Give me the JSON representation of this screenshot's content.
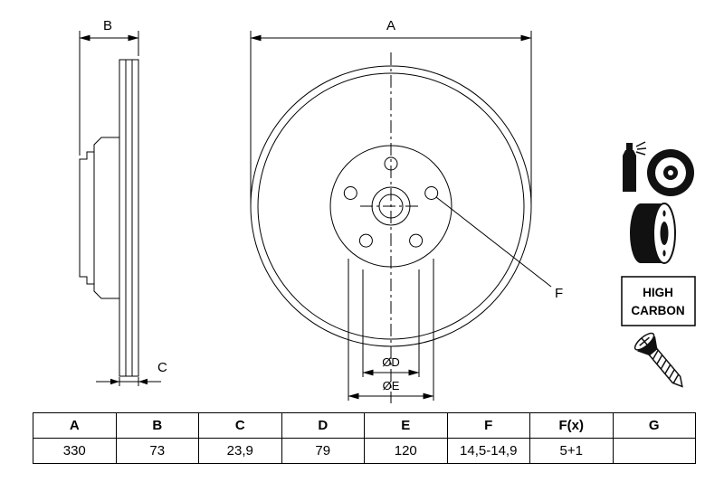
{
  "diagram": {
    "dims": {
      "a": "A",
      "b": "B",
      "c": "C",
      "d": "ØD",
      "e": "ØE",
      "f": "F"
    },
    "badge": {
      "line1": "HIGH",
      "line2": "CARBON"
    }
  },
  "table": {
    "headers": [
      "A",
      "B",
      "C",
      "D",
      "E",
      "F",
      "F(x)",
      "G"
    ],
    "values": [
      "330",
      "73",
      "23,9",
      "79",
      "120",
      "14,5-14,9",
      "5+1",
      ""
    ]
  }
}
